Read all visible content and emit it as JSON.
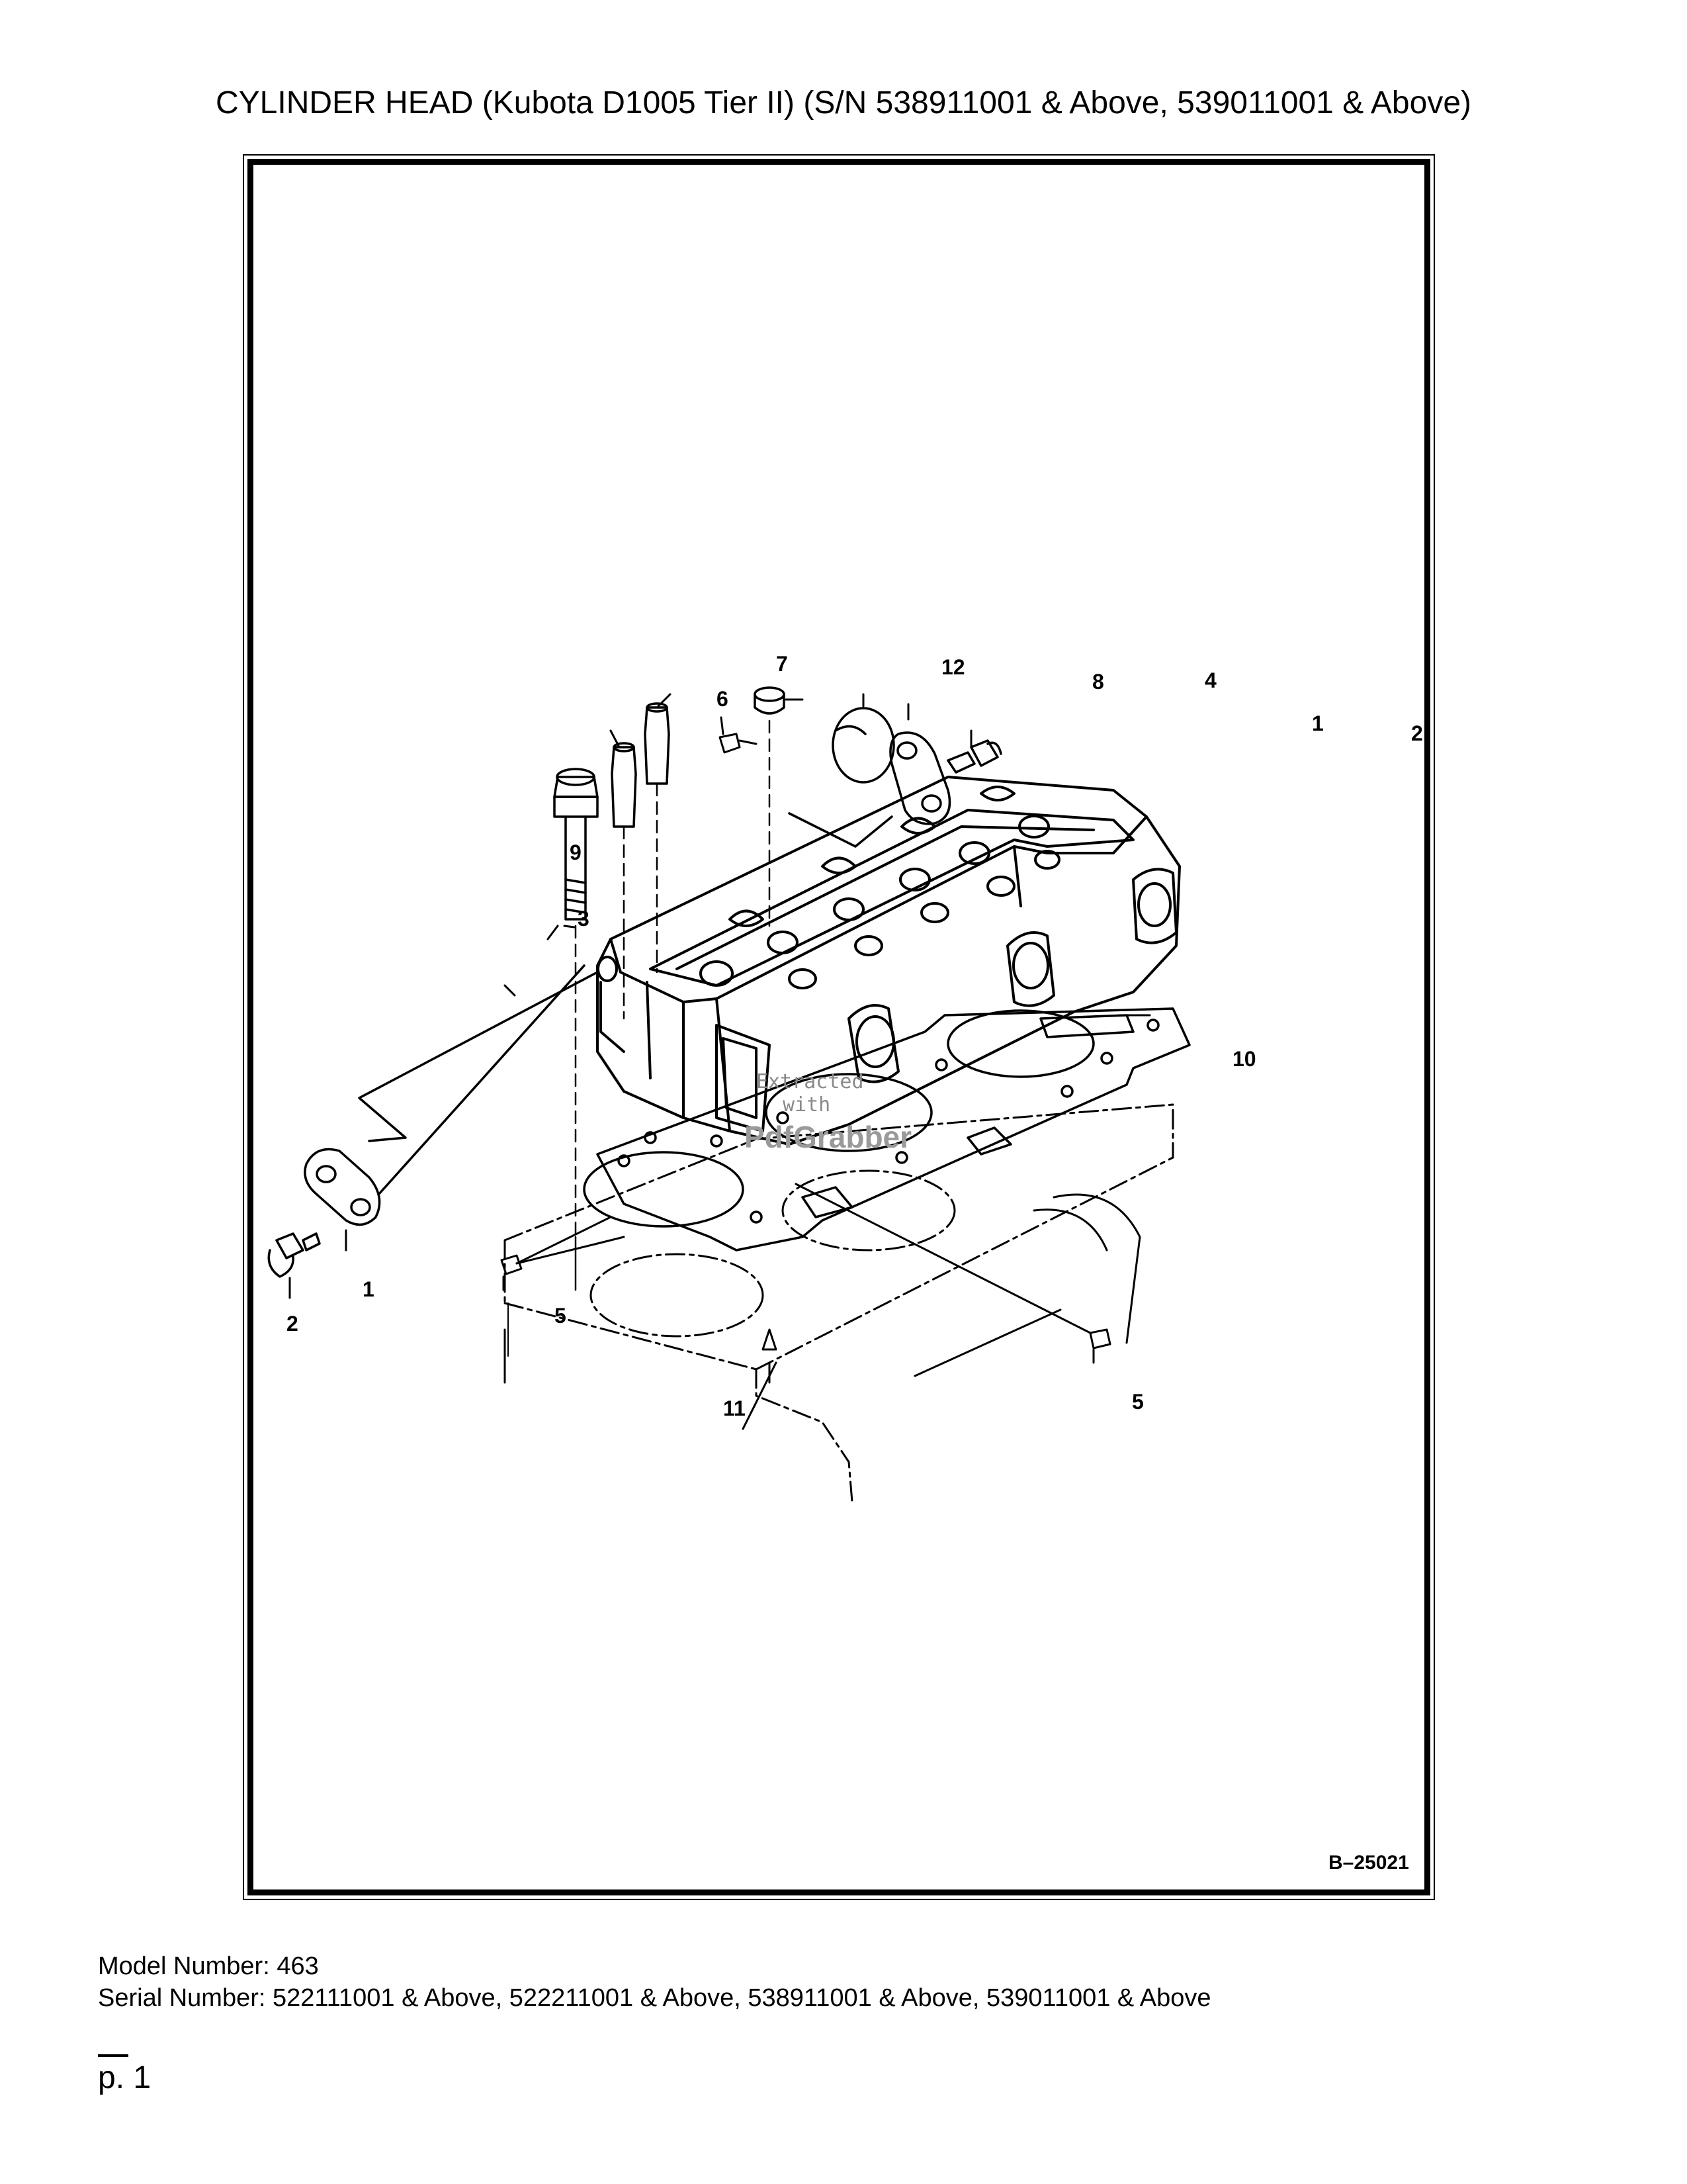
{
  "title": "CYLINDER HEAD (Kubota D1005 Tier II) (S/N 538911001 & Above, 539011001 & Above)",
  "diagram": {
    "figure_code": "B–25021",
    "callouts": {
      "c1_right": "1",
      "c2_right": "2",
      "c1_left": "1",
      "c2_left": "2",
      "c3": "3",
      "c4": "4",
      "c5_left": "5",
      "c5_right": "5",
      "c6": "6",
      "c7": "7",
      "c8": "8",
      "c9": "9",
      "c10": "10",
      "c11": "11",
      "c12": "12"
    },
    "watermark": {
      "line1": "Extracted",
      "line2": "with",
      "brand": "PdfGrabber"
    }
  },
  "footer": {
    "model_number": "Model Number: 463",
    "serial_number": "Serial Number: 522111001 & Above, 522211001 & Above, 538911001 & Above, 539011001 & Above"
  },
  "page_number": "p. 1"
}
